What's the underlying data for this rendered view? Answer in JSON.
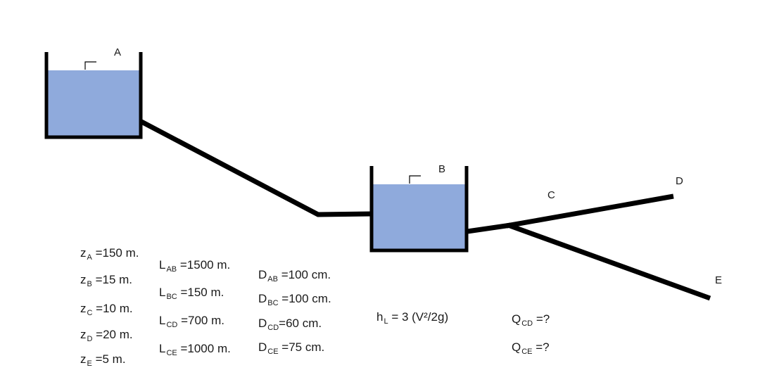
{
  "points": {
    "A": "A",
    "B": "B",
    "C": "C",
    "D": "D",
    "E": "E"
  },
  "colors": {
    "water": "#8faadc",
    "structure": "#000000"
  },
  "elevations": [
    {
      "sym": "z",
      "sub": "A",
      "text": " =150 m."
    },
    {
      "sym": "z",
      "sub": "B",
      "text": " =15 m."
    },
    {
      "sym": "z",
      "sub": "C",
      "text": " =10 m."
    },
    {
      "sym": "z",
      "sub": "D",
      "text": " =20 m."
    },
    {
      "sym": "z",
      "sub": "E",
      "text": " =5 m."
    }
  ],
  "lengths": [
    {
      "sym": "L",
      "sub": "AB",
      "text": " =1500 m."
    },
    {
      "sym": "L",
      "sub": "BC",
      "text": " =150 m."
    },
    {
      "sym": "L",
      "sub": "CD",
      "text": " =700 m."
    },
    {
      "sym": "L",
      "sub": "CE",
      "text": " =1000 m."
    }
  ],
  "diameters": [
    {
      "sym": "D",
      "sub": "AB",
      "text": " =100 cm."
    },
    {
      "sym": "D",
      "sub": "BC",
      "text": " =100 cm."
    },
    {
      "sym": "D",
      "sub": "CD",
      "text": "=60 cm."
    },
    {
      "sym": "D",
      "sub": "CE",
      "text": " =75 cm."
    }
  ],
  "head_loss": {
    "sym": "h",
    "sub": "L",
    "text": " = 3 (V²/2g)"
  },
  "unknowns": [
    {
      "sym": "Q",
      "sub": "CD",
      "text": " =?"
    },
    {
      "sym": "Q",
      "sub": "CE",
      "text": " =?"
    }
  ]
}
